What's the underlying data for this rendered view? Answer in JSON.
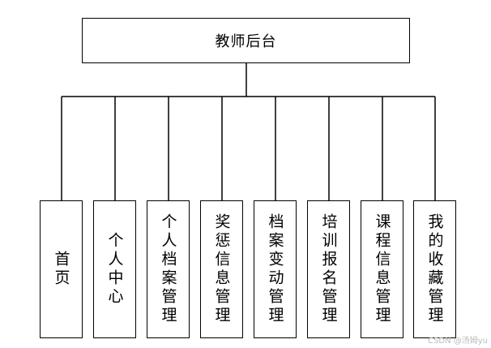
{
  "root": {
    "label": "教师后台"
  },
  "modules": [
    {
      "label": "首页"
    },
    {
      "label": "个人中心"
    },
    {
      "label": "个人档案管理"
    },
    {
      "label": "奖惩信息管理"
    },
    {
      "label": "档案变动管理"
    },
    {
      "label": "培训报名管理"
    },
    {
      "label": "课程信息管理"
    },
    {
      "label": "我的收藏管理"
    }
  ],
  "watermark": "CSDN @汤姆yu"
}
